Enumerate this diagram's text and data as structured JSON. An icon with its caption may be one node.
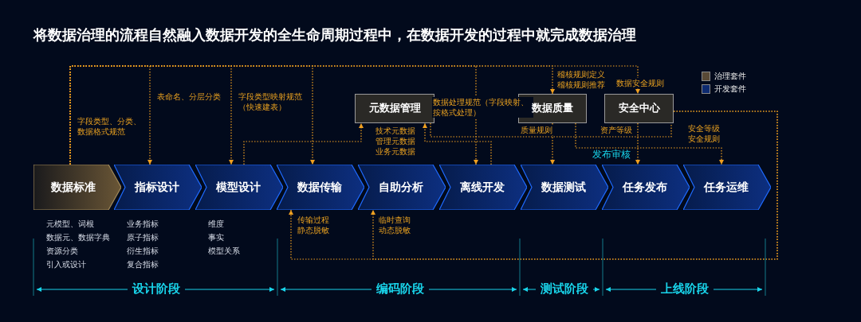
{
  "diagram": {
    "title": "将数据治理的流程自然融入数据开发的全生命周期过程中，在数据开发的过程中就完成数据治理",
    "nodes": [
      {
        "text": [
          "数据标准"
        ],
        "beside": [
          "元模型、词根",
          "数据元、数据字典",
          "资源分类",
          "引入或设计"
        ]
      },
      {
        "text": [
          "指标设计"
        ],
        "beside": [
          "业务指标",
          "原子指标",
          "衍生指标",
          "复合指标"
        ]
      },
      {
        "text": [
          "模型设计"
        ],
        "beside": [
          "维度",
          "事实",
          "模型关系"
        ]
      },
      {
        "text": [
          "数据传输"
        ]
      },
      {
        "text": [
          "自助分析"
        ]
      },
      {
        "text": [
          "离线开发"
        ]
      },
      {
        "text": [
          "数据测试"
        ]
      },
      {
        "text": [
          "任务发布"
        ]
      },
      {
        "text": [
          "任务运维"
        ]
      },
      {
        "text": [
          "元数据管理"
        ]
      },
      {
        "text": [
          "数据质量"
        ]
      },
      {
        "text": [
          "安全中心"
        ]
      }
    ],
    "edges": [
      {
        "from": 0,
        "to": 1,
        "arrow": "to",
        "label": "表命名、分层分类"
      },
      {
        "from": 0,
        "to": 2,
        "arrow": "to",
        "label": "字段类型映射规范（快速建表）"
      },
      {
        "from": 0,
        "to": 3,
        "arrow": "to"
      },
      {
        "from": 0,
        "to": 5,
        "arrow": "to",
        "label": "数据处理规范（字段映射、按格式处理）"
      },
      {
        "from": 0,
        "to": 10,
        "arrow": "to",
        "label": "稽核规则定义稽核规则推荐"
      },
      {
        "from": 0,
        "to": 11,
        "arrow": "to",
        "label": "数据安全规则"
      },
      {
        "from": 2,
        "to": 9,
        "arrow": "to",
        "label": "技术元数据管理元数据业务元数据"
      },
      {
        "from": 5,
        "to": 9,
        "arrow": "to"
      },
      {
        "from": 9,
        "to": 11,
        "arrow": "none",
        "label": "资产等级"
      },
      {
        "from": 10,
        "to": 6,
        "arrow": "to",
        "label": "质量规则"
      },
      {
        "from": 10,
        "to": 8,
        "arrow": "to",
        "label": "安全等级安全规则"
      },
      {
        "from": 11,
        "to": 7,
        "arrow": "to",
        "label": "发布审核"
      },
      {
        "from": 11,
        "to": 3,
        "arrow": "to",
        "label": "传输过程静态脱敏"
      },
      {
        "from": 11,
        "to": 4,
        "arrow": "to",
        "label": "临时查询动态脱敏"
      }
    ],
    "labels": [
      "字段类型、分类、数据格式规范",
      "设计阶段",
      "编码阶段",
      "测试阶段",
      "上线阶段"
    ],
    "legend": [
      {
        "text": "治理套件",
        "color": "#5a4a36"
      },
      {
        "text": "开发套件",
        "color": "#0d2a70"
      }
    ]
  }
}
